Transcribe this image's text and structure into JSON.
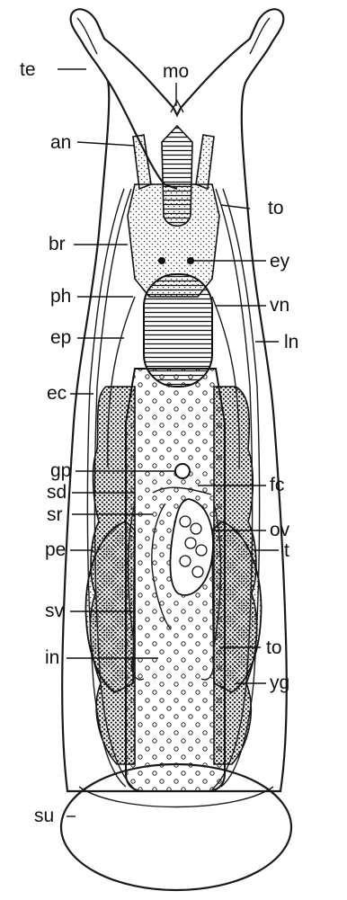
{
  "labels": {
    "te": "te",
    "mo": "mo",
    "an": "an",
    "to_upper": "to",
    "br": "br",
    "ey": "ey",
    "ph": "ph",
    "vn": "vn",
    "ep": "ep",
    "ln": "ln",
    "ec": "ec",
    "gp": "gp",
    "fc": "fc",
    "sd": "sd",
    "sr": "sr",
    "ov": "ov",
    "pe": "pe",
    "t": "t",
    "sv": "sv",
    "to_lower": "to",
    "in": "in",
    "yg": "yg",
    "su": "su"
  }
}
